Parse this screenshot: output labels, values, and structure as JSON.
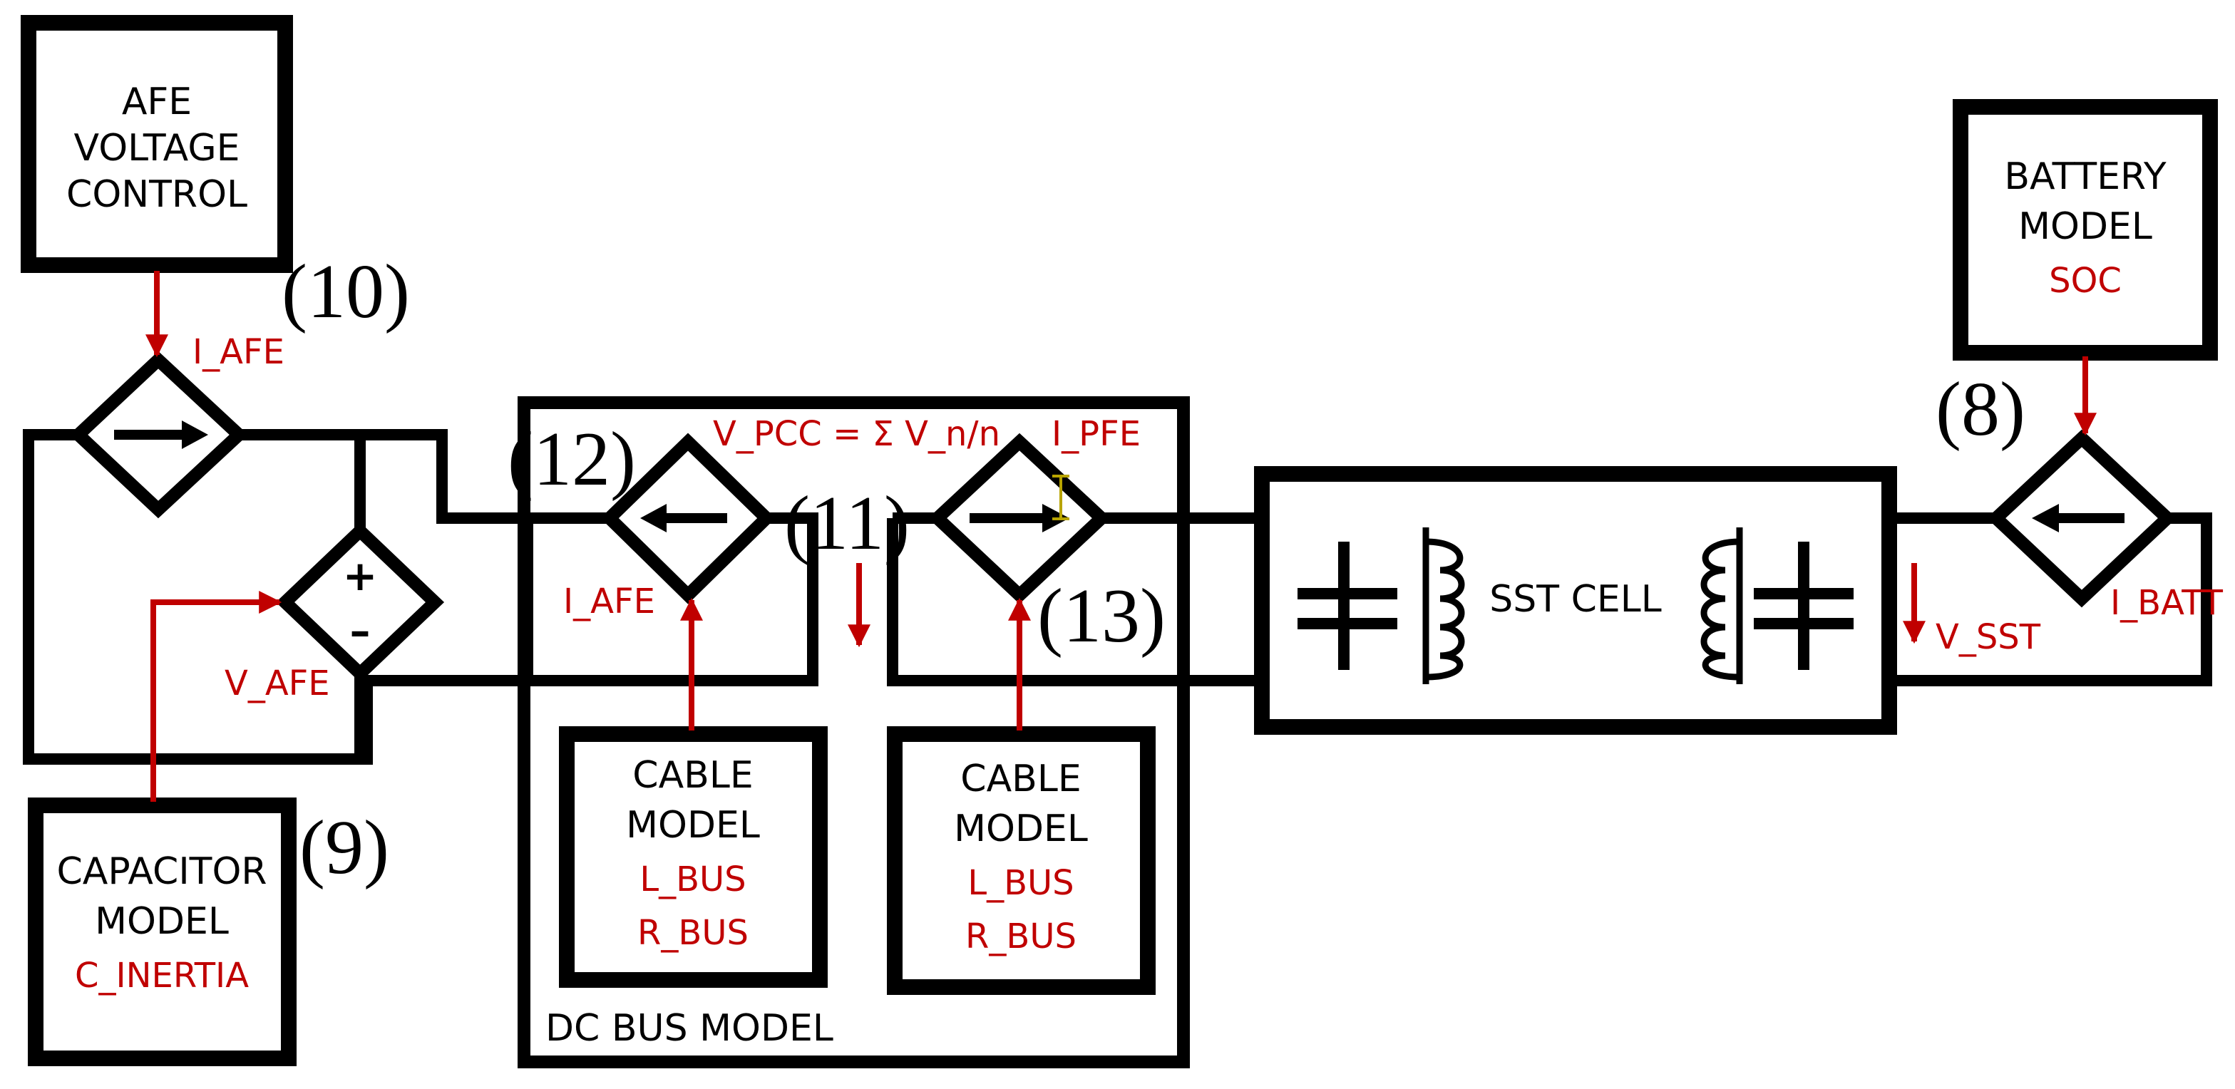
{
  "blocks": {
    "afe": [
      "AFE",
      "VOLTAGE",
      "CONTROL"
    ],
    "battery": [
      "BATTERY",
      "MODEL"
    ],
    "battery_param": "SOC",
    "capacitor": [
      "CAPACITOR",
      "MODEL"
    ],
    "capacitor_param": "C_INERTIA",
    "cable_left": [
      "CABLE",
      "MODEL"
    ],
    "cable_left_params": [
      "L_BUS",
      "R_BUS"
    ],
    "cable_right": [
      "CABLE",
      "MODEL"
    ],
    "cable_right_params": [
      "L_BUS",
      "R_BUS"
    ],
    "dc_bus": "DC BUS MODEL",
    "sst": "SST CELL"
  },
  "signals": {
    "i_afe_top": "I_AFE",
    "i_afe_bus": "I_AFE",
    "v_afe": "V_AFE",
    "v_pcc": "V_PCC = Σ V_n/n",
    "i_pfe": "I_PFE",
    "v_sst": "V_SST",
    "i_batt": "I_BATT"
  },
  "equations": {
    "eq8": "(8)",
    "eq9": "(9)",
    "eq10": "(10)",
    "eq11": "(11)",
    "eq12": "(12)",
    "eq13": "(13)"
  },
  "symbols": {
    "plus": "+",
    "minus": "–"
  },
  "colors": {
    "wire": "#000000",
    "signal": "#c00000",
    "background": "#ffffff"
  }
}
